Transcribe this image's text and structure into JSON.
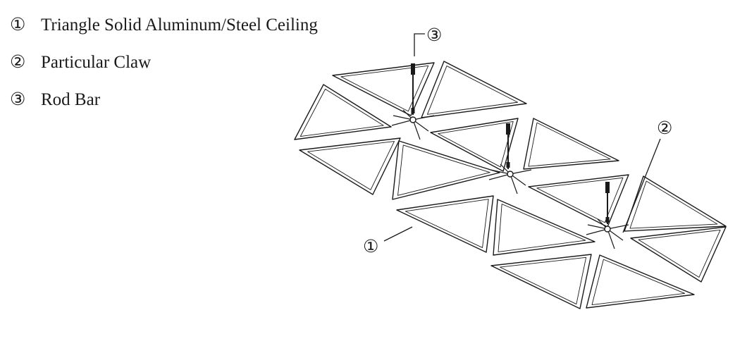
{
  "legend": [
    {
      "num": "①",
      "label": "Triangle Solid Aluminum/Steel Ceiling"
    },
    {
      "num": "②",
      "label": "Particular Claw"
    },
    {
      "num": "③",
      "label": "Rod Bar"
    }
  ],
  "callouts": {
    "panel": "①",
    "claw": "②",
    "rod": "③"
  },
  "colors": {
    "line": "#1a1a1a",
    "background": "#ffffff"
  }
}
